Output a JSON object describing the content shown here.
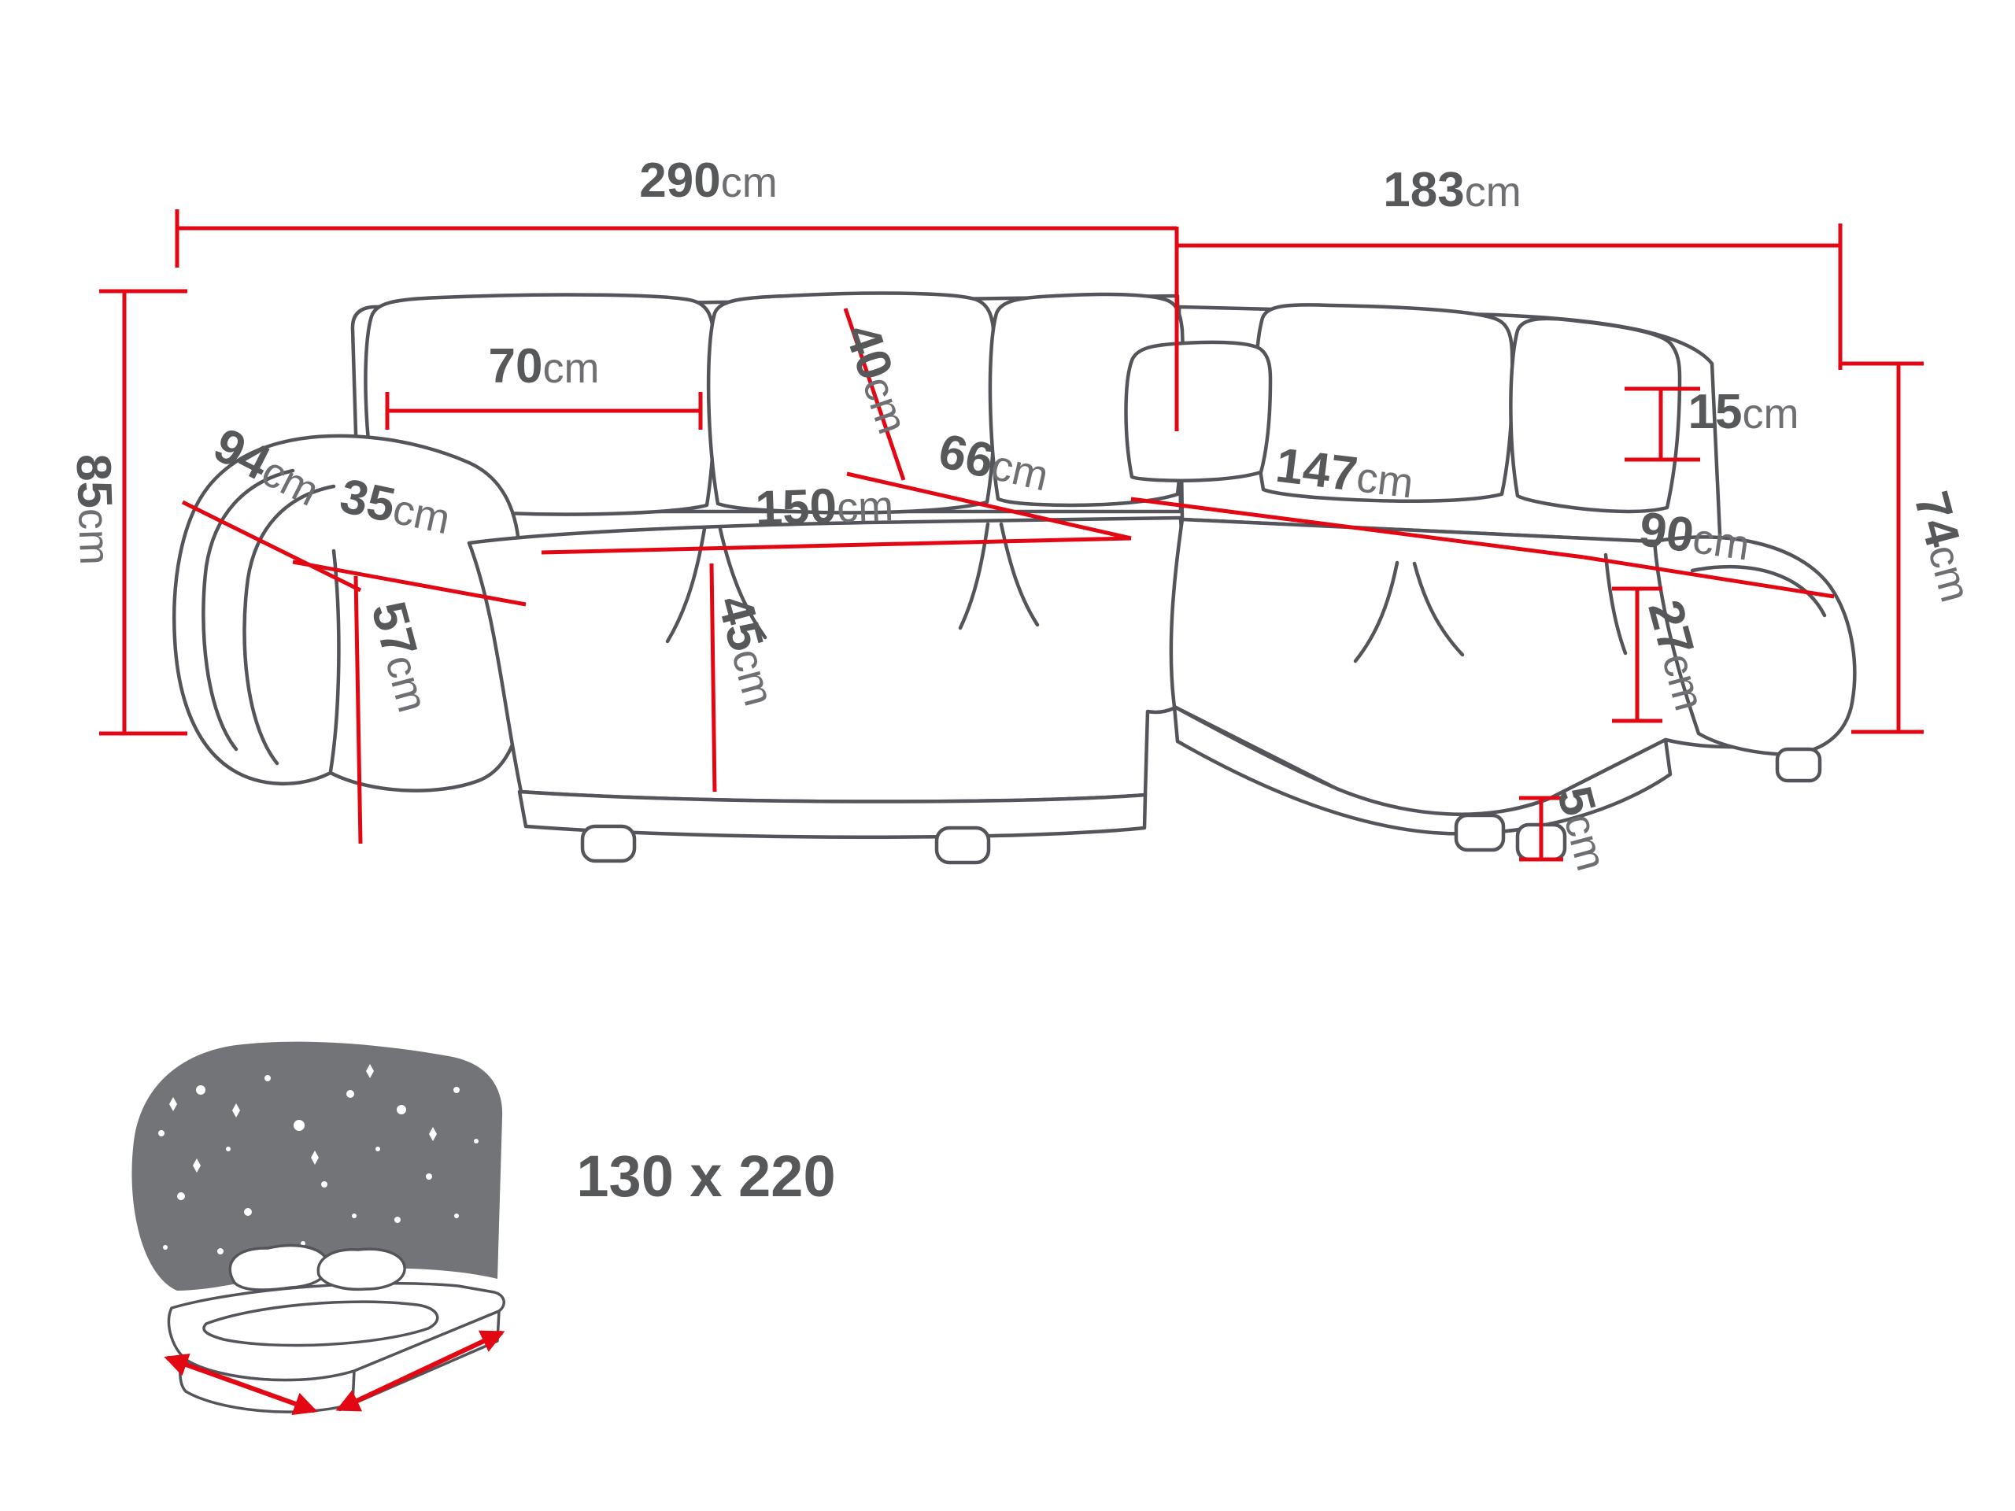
{
  "colors": {
    "red": "#e30613",
    "text": "#57585a",
    "unit": "#6e6f72",
    "line": "#54555a",
    "headboard": "#737477",
    "background": "#ffffff"
  },
  "unit": "cm",
  "dims": {
    "d290": "290",
    "d183": "183",
    "d85": "85",
    "d94": "94",
    "d35": "35",
    "d70": "70",
    "d40": "40",
    "d66": "66",
    "d150": "150",
    "d45": "45",
    "d57": "57",
    "d147": "147",
    "d15": "15",
    "d74": "74",
    "d90": "90",
    "d27": "27",
    "d5": "5"
  },
  "sleeping_area": {
    "label": "130 x 220",
    "icon": "bed-icon"
  }
}
